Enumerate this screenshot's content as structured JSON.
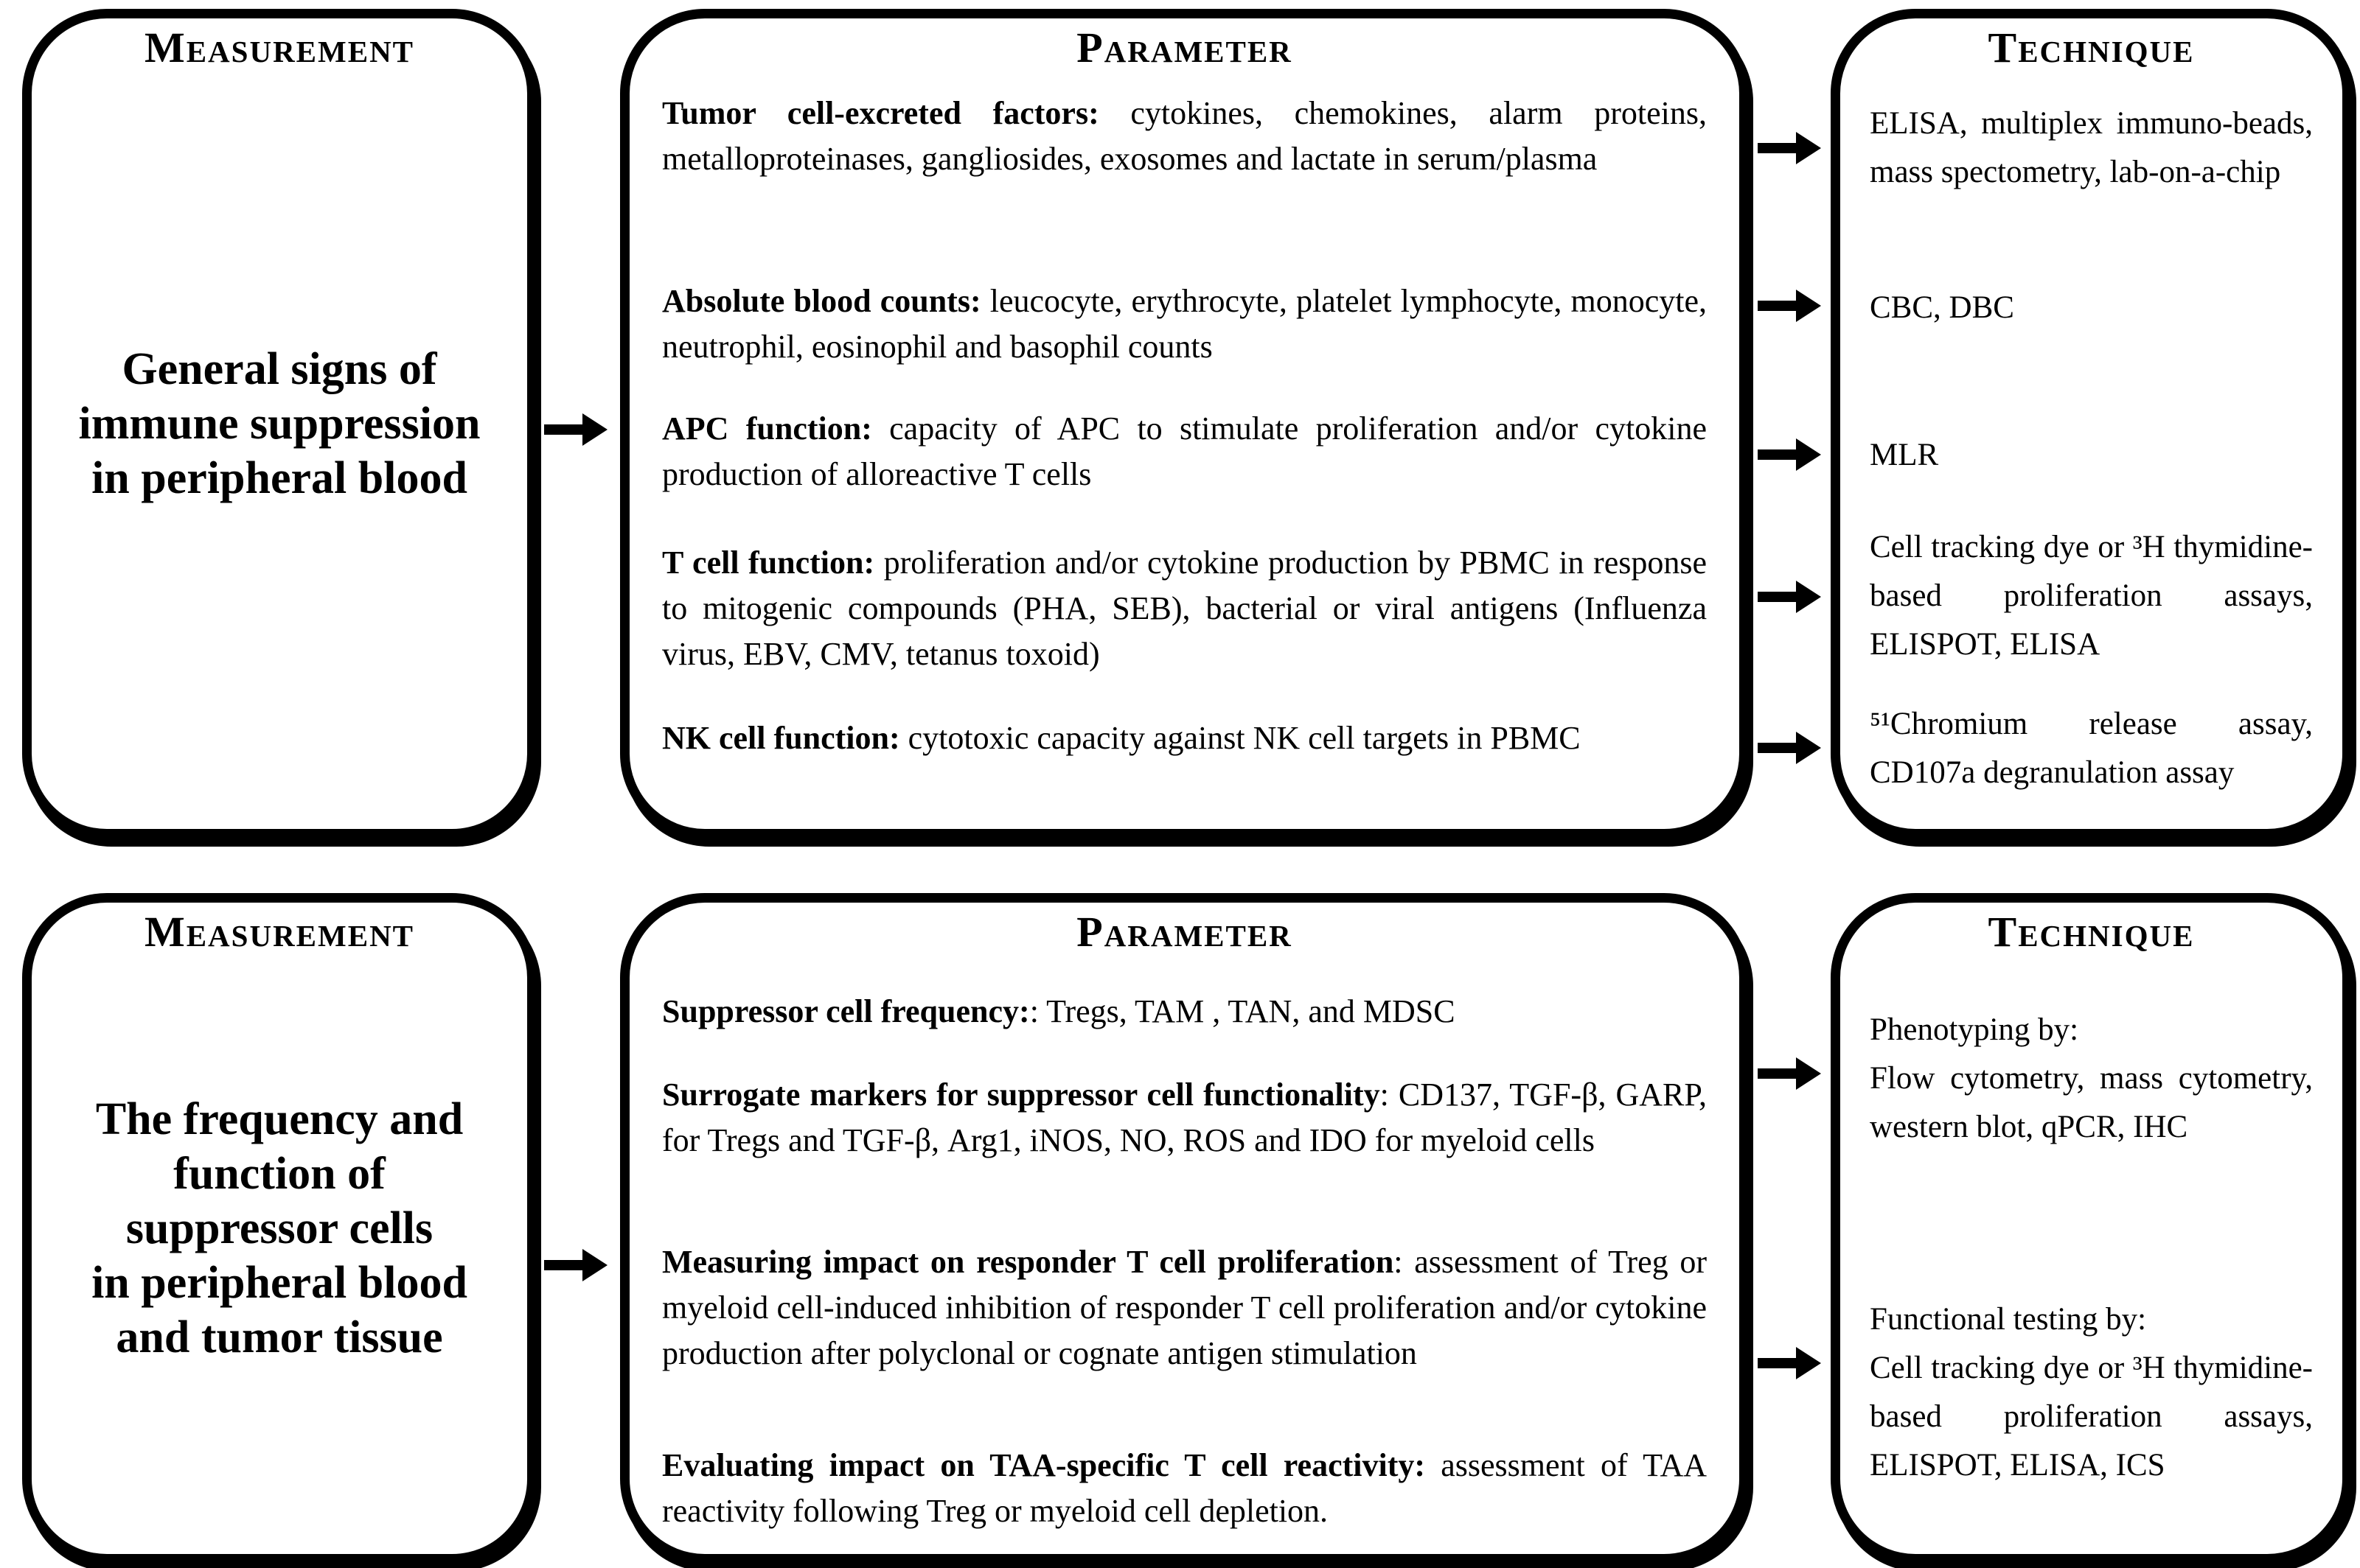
{
  "style": {
    "background": "#ffffff",
    "line_color": "#000000",
    "text_color": "#000000"
  },
  "rows": [
    {
      "measurement": {
        "header": "Measurement",
        "text": "General signs of\nimmune suppression\nin peripheral blood"
      },
      "parameter": {
        "header": "Parameter",
        "items": [
          {
            "lead": "Tumor cell-excreted factors:",
            "text": " cytokines, chemokines, alarm proteins, metalloproteinases, gangliosides, exosomes and lactate in serum/plasma"
          },
          {
            "lead": "Absolute blood counts:",
            "text": " leucocyte, erythrocyte, platelet lymphocyte, monocyte, neutrophil, eosinophil and basophil counts"
          },
          {
            "lead": "APC function:",
            "text": " capacity of APC to stimulate proliferation and/or cytokine production of alloreactive T cells"
          },
          {
            "lead": "T cell function:",
            "text": " proliferation and/or cytokine production by PBMC in response to mitogenic compounds (PHA, SEB), bacterial or viral antigens (Influenza virus, EBV, CMV, tetanus toxoid)"
          },
          {
            "lead": "NK cell function:",
            "text": " cytotoxic capacity against NK cell targets in PBMC"
          }
        ]
      },
      "technique": {
        "header": "Technique",
        "items": [
          {
            "text": "ELISA, multiplex immuno-beads, mass spectometry, lab-on-a-chip"
          },
          {
            "text": "CBC, DBC"
          },
          {
            "text": "MLR"
          },
          {
            "text": "Cell tracking dye or ³H thymidine-based proliferation assays, ELISPOT, ELISA"
          },
          {
            "text": "⁵¹Chromium release assay, CD107a degranulation assay"
          }
        ]
      }
    },
    {
      "measurement": {
        "header": "Measurement",
        "text": "The frequency and\nfunction of\nsuppressor cells\nin peripheral blood\nand tumor tissue"
      },
      "parameter": {
        "header": "Parameter",
        "items": [
          {
            "lead": "Suppressor cell frequency:",
            "text": ": Tregs, TAM , TAN, and MDSC"
          },
          {
            "lead": "Surrogate markers for suppressor cell functionality",
            "text": ": CD137, TGF-β, GARP, for Tregs and TGF-β, Arg1, iNOS, NO, ROS and IDO for myeloid cells"
          },
          {
            "lead": "Measuring impact on responder T cell proliferation",
            "text": ": assessment of Treg or myeloid cell-induced inhibition of responder T cell proliferation and/or cytokine production after polyclonal or cognate antigen stimulation"
          },
          {
            "lead": "Evaluating impact on TAA-specific T cell reactivity:",
            "text": " assessment of TAA reactivity following Treg or myeloid cell depletion."
          }
        ]
      },
      "technique": {
        "header": "Technique",
        "items": [
          {
            "label": "Phenotyping by:",
            "text": "Flow cytometry, mass cytometry, western blot, qPCR, IHC"
          },
          {
            "label": "Functional testing by:",
            "text": "Cell tracking dye or ³H thymidine-based proliferation assays, ELISPOT, ELISA, ICS"
          }
        ]
      }
    }
  ]
}
